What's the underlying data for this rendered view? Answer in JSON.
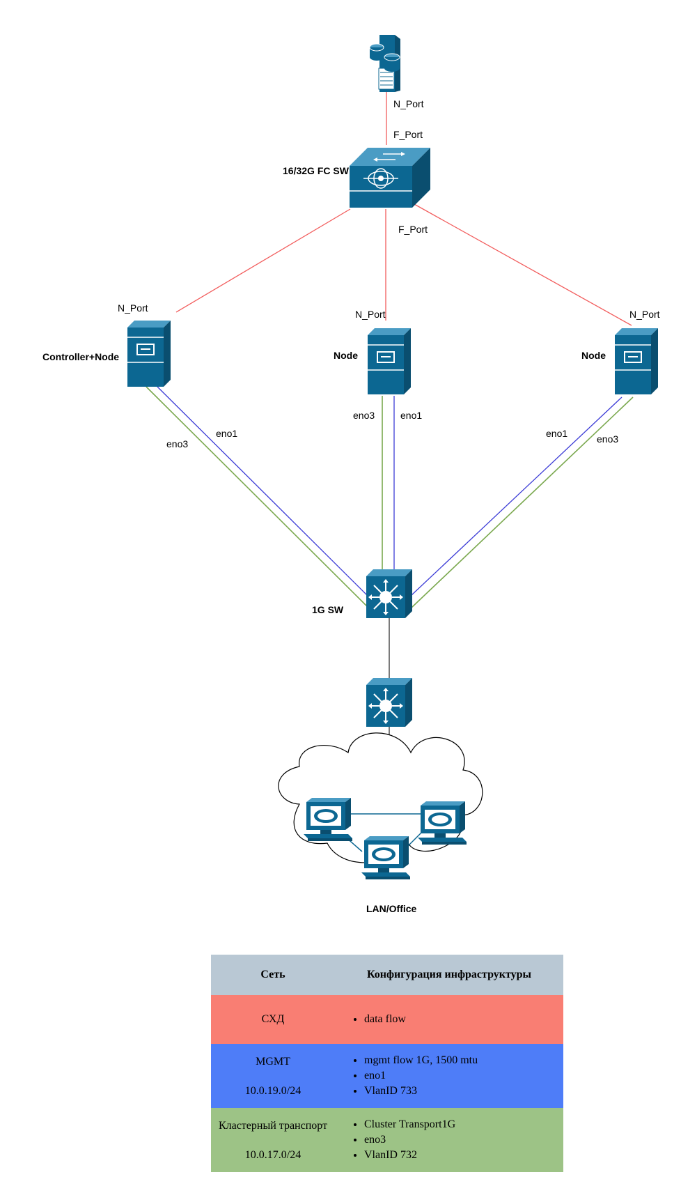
{
  "diagram": {
    "storage_port_label": "N_Port",
    "fc_top_port_label": "F_Port",
    "fc_switch_label": "16/32G FC SW",
    "fc_down_port_label": "F_Port",
    "nodes": [
      {
        "name": "Controller+Node",
        "port_label": "N_Port",
        "eno1": "eno1",
        "eno3": "eno3"
      },
      {
        "name": "Node",
        "port_label": "N_Port",
        "eno1": "eno1",
        "eno3": "eno3"
      },
      {
        "name": "Node",
        "port_label": "N_Port",
        "eno1": "eno1",
        "eno3": "eno3"
      }
    ],
    "switch_1g_label": "1G SW",
    "lan_label": "LAN/Office",
    "colors": {
      "fc_link": "#f25c5c",
      "mgmt_link": "#3b3bd6",
      "cluster_link": "#7aa84e",
      "uplink": "#333333",
      "device": "#0c6792",
      "device_dark": "#0a4e6f"
    },
    "icons": [
      "storage-server-icon",
      "fc-switch-icon",
      "server-tower-icon",
      "multilayer-switch-icon",
      "workstation-icon",
      "cloud-icon"
    ]
  },
  "legend": {
    "header": {
      "network": "Сеть",
      "config": "Конфигурация инфраструктуры"
    },
    "rows": [
      {
        "name": "СХД",
        "subnet": "",
        "items": [
          "data flow"
        ],
        "color": "#f97e73"
      },
      {
        "name": "MGMT",
        "subnet": "10.0.19.0/24",
        "items": [
          "mgmt flow 1G, 1500 mtu",
          "eno1",
          "VlanID 733"
        ],
        "color": "#4e7df8"
      },
      {
        "name": "Кластерный транспорт",
        "subnet": "10.0.17.0/24",
        "items": [
          "Cluster Transport1G",
          "eno3",
          "VlanID 732"
        ],
        "color": "#9dc386"
      }
    ]
  }
}
